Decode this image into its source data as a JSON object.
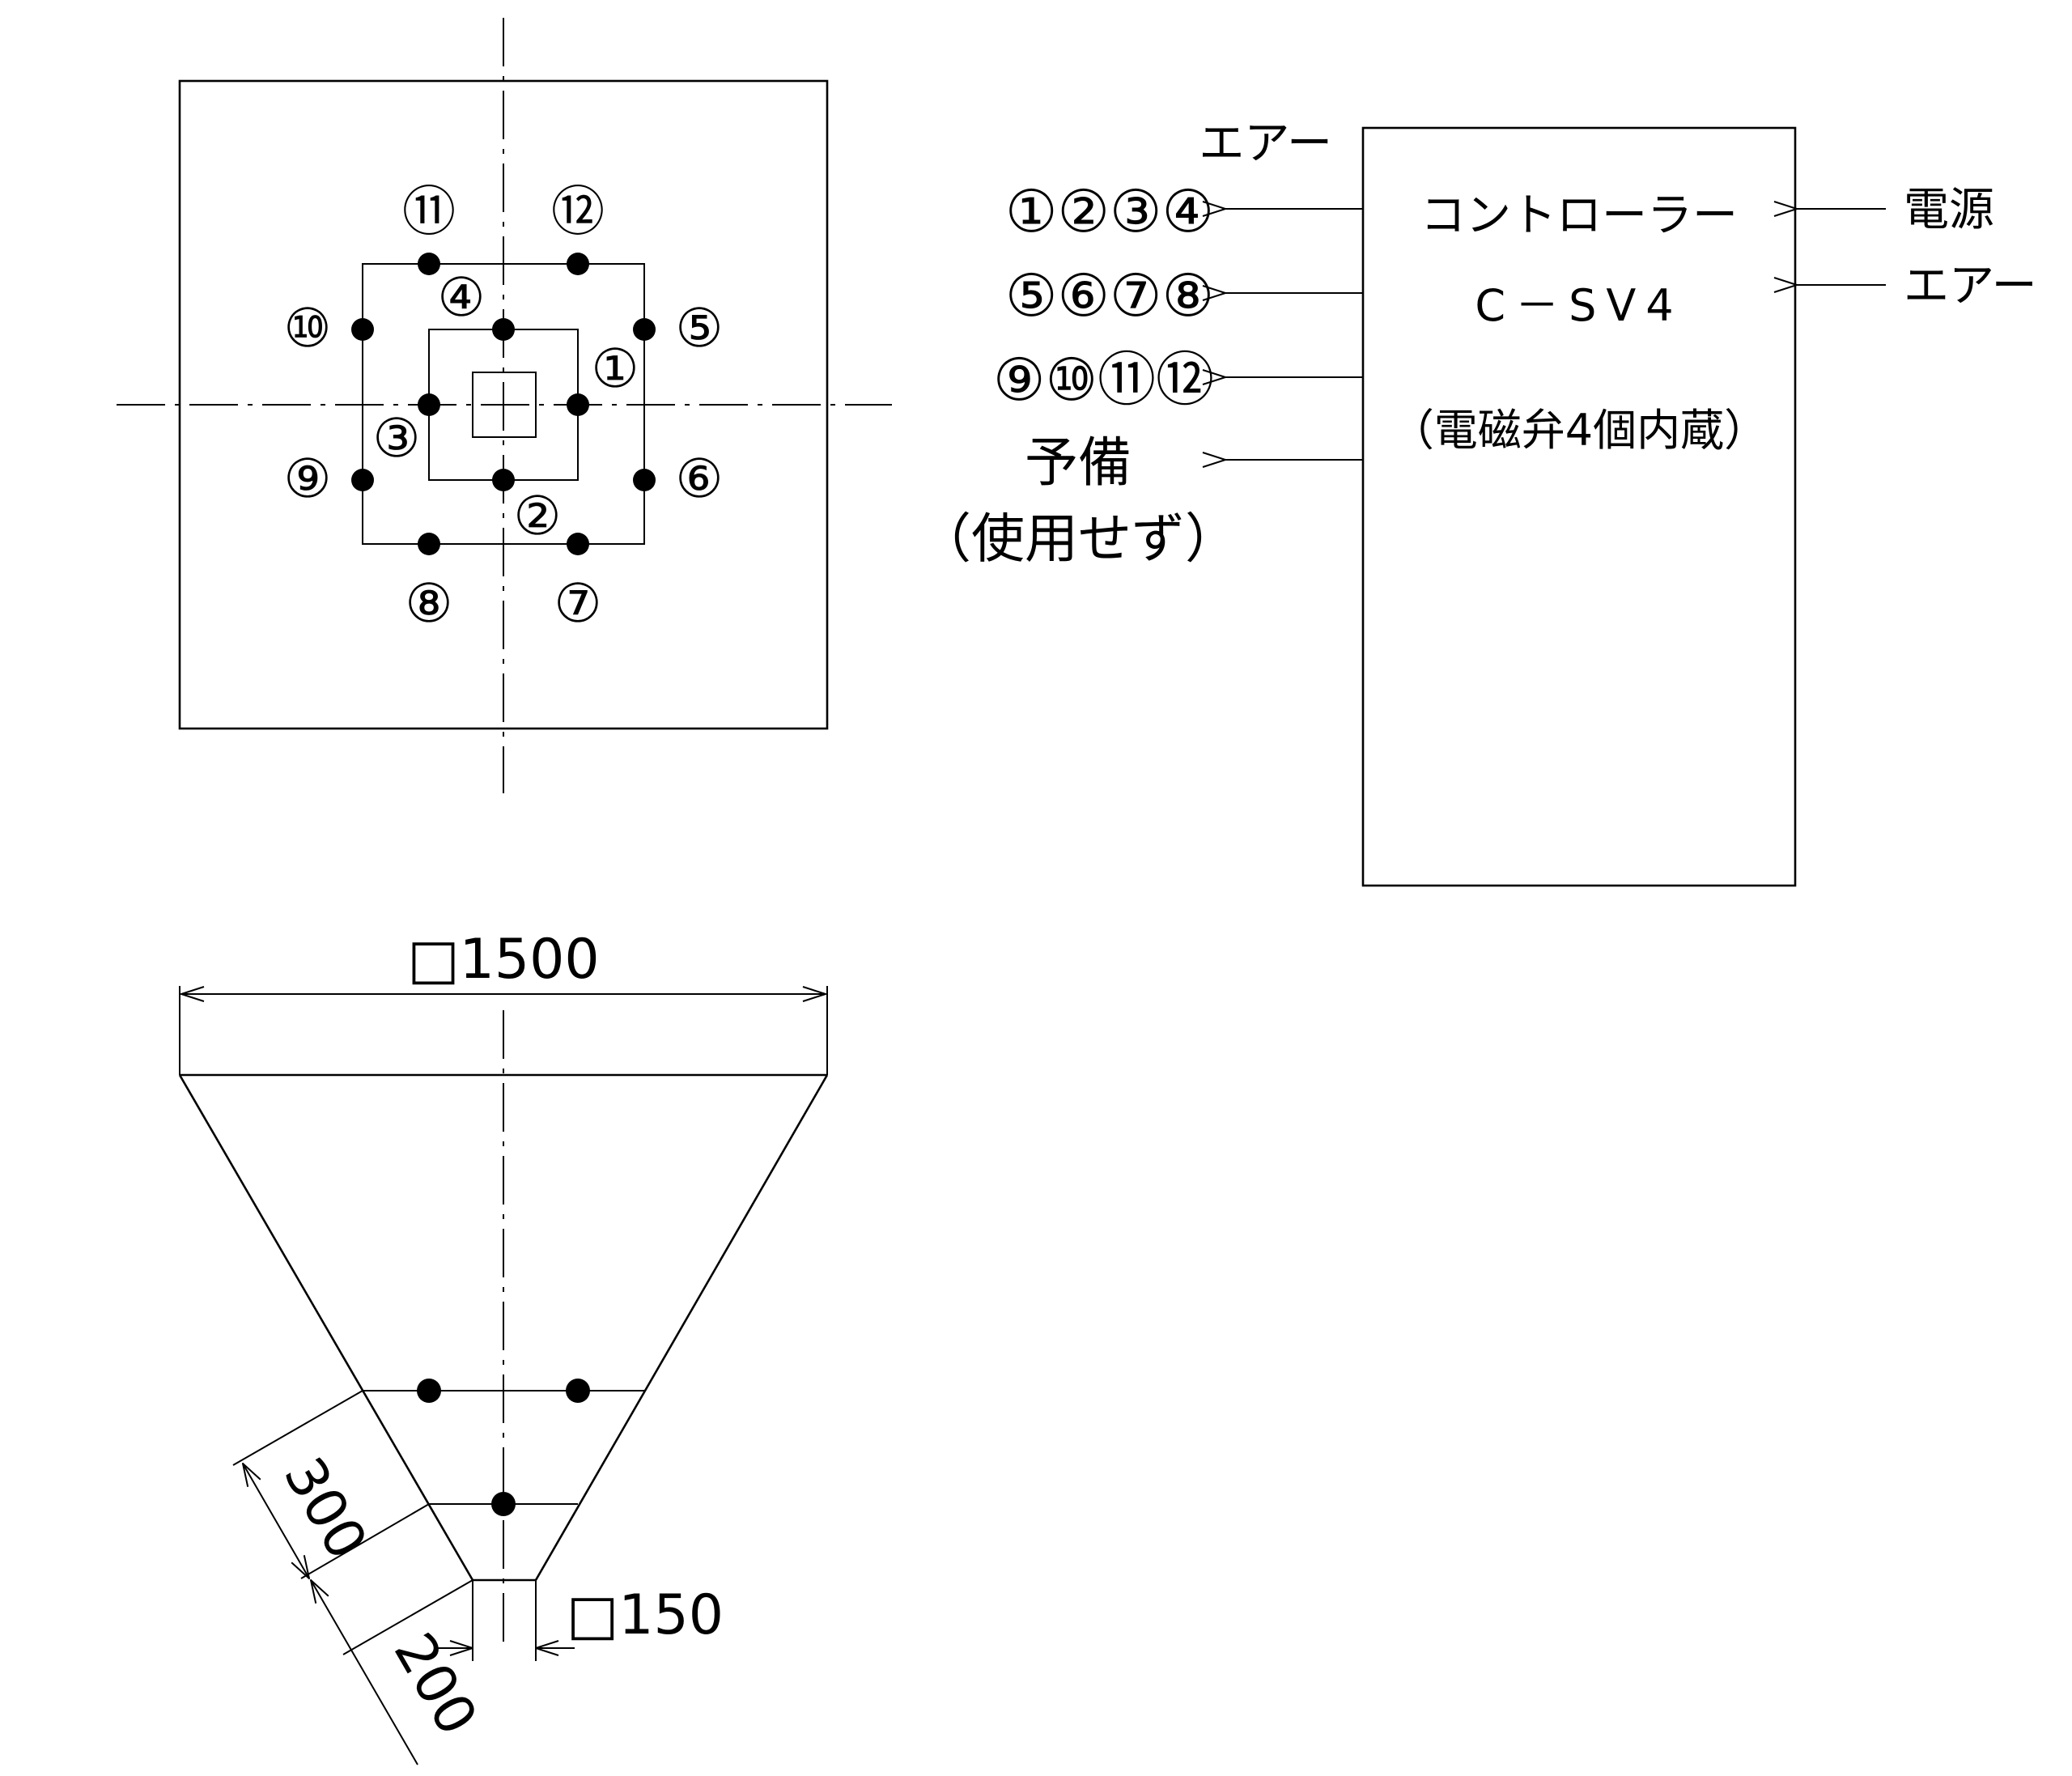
{
  "plan_view": {
    "valve_labels": {
      "v1": "①",
      "v2": "②",
      "v3": "③",
      "v4": "④",
      "v5": "⑤",
      "v6": "⑥",
      "v7": "⑦",
      "v8": "⑧",
      "v9": "⑨",
      "v10": "⑩",
      "v11": "⑪",
      "v12": "⑫"
    }
  },
  "controller": {
    "name": "コントローラー",
    "model": "C－SV4",
    "note": "（電磁弁4個内蔵）",
    "inputs": {
      "power": "電源",
      "air": "エアー"
    },
    "top_air_label": "エアー",
    "outputs": {
      "group1": "①②③④",
      "group2": "⑤⑥⑦⑧",
      "group3": "⑨⑩⑪⑫",
      "spare_line1": "予備",
      "spare_line2": "（使用せず）"
    }
  },
  "section_view": {
    "top_dimension": "□1500",
    "bottom_dimension": "□150",
    "slope_dim_upper": "300",
    "slope_dim_lower": "200"
  }
}
